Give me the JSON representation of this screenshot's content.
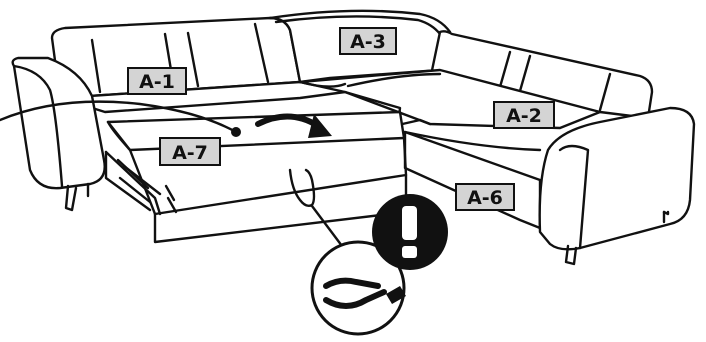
{
  "diagram": {
    "labels": {
      "a1": "A-1",
      "a2": "A-2",
      "a3": "A-3",
      "a6": "A-6",
      "a7": "A-7"
    },
    "icons": [
      "warning-exclamation-icon",
      "hand-icon",
      "rotation-arrow-icon"
    ],
    "colors": {
      "line": "#111111",
      "label_fill": "#d4d4d4",
      "warning_badge": "#111111",
      "background": "#ffffff"
    }
  }
}
